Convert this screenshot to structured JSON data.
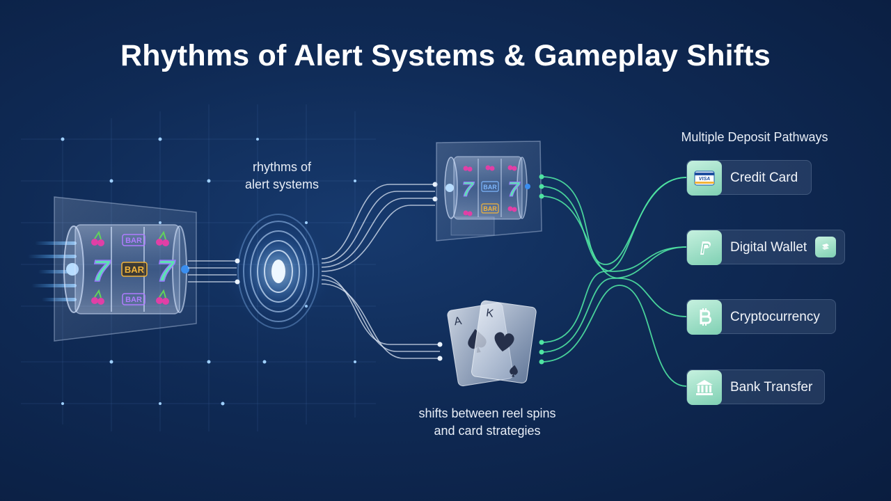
{
  "title": "Rhythms of Alert Systems & Gameplay Shifts",
  "labels": {
    "alert_line1": "rhythms of",
    "alert_line2": "alert systems",
    "shift_line1": "shifts between reel spins",
    "shift_line2": "and card strategies"
  },
  "slot_symbols": {
    "seven": "7",
    "bar": "BAR"
  },
  "cards": {
    "back_rank": "A",
    "front_rank": "K"
  },
  "pathways": {
    "title": "Multiple Deposit Pathways",
    "items": [
      {
        "label": "Credit Card",
        "icon": "credit-card-icon",
        "badge": "VISA"
      },
      {
        "label": "Digital Wallet",
        "icon": "paypal-icon"
      },
      {
        "label": "Cryptocurrency",
        "icon": "bitcoin-icon"
      },
      {
        "label": "Bank Transfer",
        "icon": "bank-icon"
      }
    ]
  },
  "colors": {
    "background": "#0f2a55",
    "connector_white": "#dfe8f5",
    "connector_green": "#4fe3a2",
    "icon_mint": "#9fe0c6",
    "seven_green": "#5ee0b4",
    "bar_orange": "#f2b43a",
    "bar_purple": "#b07cff"
  }
}
